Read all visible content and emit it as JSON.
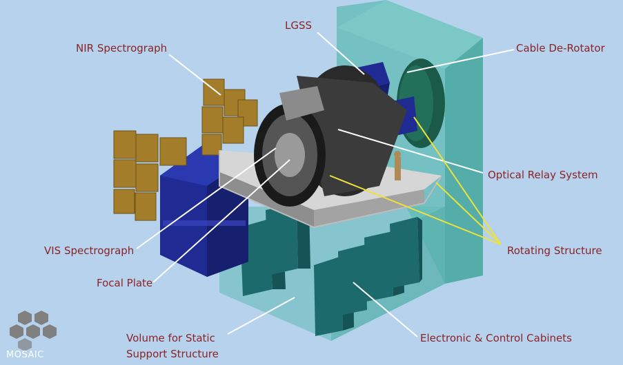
{
  "labels": {
    "lgss": "LGSS",
    "nir": "NIR Spectrograph",
    "cable": "Cable De-Rotator",
    "optical": "Optical Relay System",
    "rotating": "Rotating Structure",
    "vis": "VIS Spectrograph",
    "focal": "Focal Plate",
    "volume_1": "Volume for Static",
    "volume_2": "Support Structure",
    "electronic": "Electronic & Control Cabinets"
  },
  "logo": {
    "text": "MOSAIC"
  },
  "colors": {
    "background": "#b7d2ec",
    "label": "#8b2326",
    "static_volume": "#5fb9b4",
    "spectrograph": "#1f2a93",
    "nir_modules": "#a47d2a",
    "cabinets": "#1d6a6d",
    "pointer_white": "#ffffff",
    "pointer_yellow": "#eee23a"
  }
}
